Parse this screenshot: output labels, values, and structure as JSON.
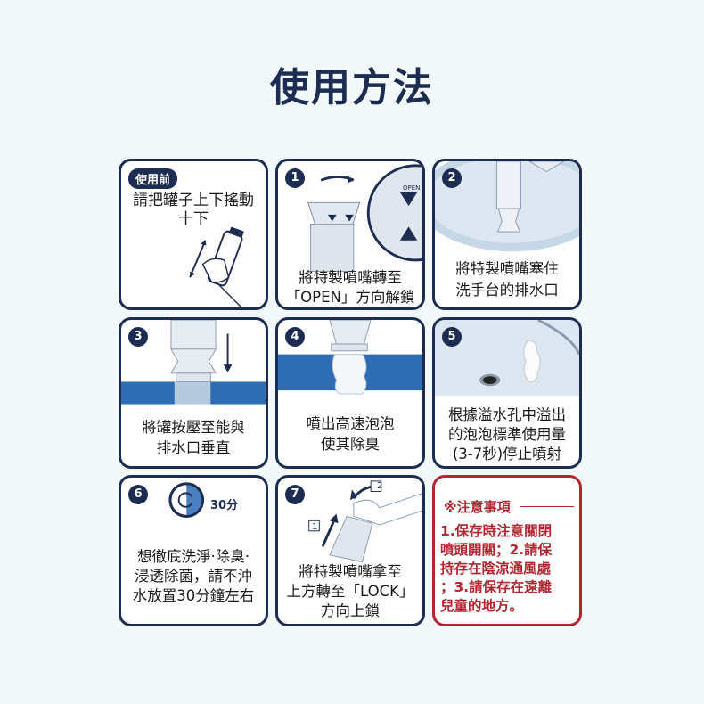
{
  "title": "使用方法",
  "panels": {
    "before": {
      "badge": "使用前",
      "lines": [
        "請把罐子上下搖動",
        "十下"
      ]
    },
    "step1": {
      "number": "1",
      "lines": [
        "將特製噴嘴轉至",
        "「OPEN」方向解鎖"
      ],
      "dial_label": "OPEN"
    },
    "step2": {
      "number": "2",
      "lines": [
        "將特製噴嘴塞住",
        "洗手台的排水口"
      ]
    },
    "step3": {
      "number": "3",
      "lines": [
        "將罐按壓至能與",
        "排水口垂直"
      ]
    },
    "step4": {
      "number": "4",
      "lines": [
        "噴出高速泡泡",
        "使其除臭"
      ]
    },
    "step5": {
      "number": "5",
      "lines": [
        "根據溢水孔中溢出",
        "的泡泡標準使用量",
        "(3-7秒)停止噴射"
      ]
    },
    "step6": {
      "number": "6",
      "timer": "30分",
      "lines": [
        "想徹底洗淨·除臭·",
        "浸透除菌，請不沖",
        "水放置30分鐘左右"
      ]
    },
    "step7": {
      "number": "7",
      "sub1": "1",
      "sub2": "2",
      "lines": [
        "將特製噴嘴拿至",
        "上方轉至「LOCK」",
        "方向上鎖"
      ]
    },
    "notice": {
      "heading": "※注意事項",
      "lines": [
        "1.保存時注意關閉",
        "噴頭開關；2.請保",
        "持存在陰涼通風處",
        "；3.請保存在遠離",
        "兒童的地方。"
      ]
    }
  },
  "colors": {
    "navy": "#1d2d52",
    "blue": "#2f6db3",
    "red": "#b32631",
    "background": "#f3f8fb"
  }
}
